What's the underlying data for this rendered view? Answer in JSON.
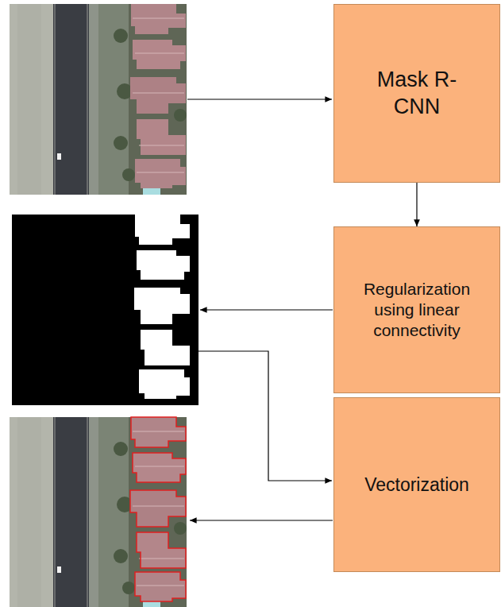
{
  "diagram": {
    "nodes": [
      {
        "text": [
          "Mask R-CNN"
        ]
      },
      {
        "text": [
          "Regularization using linear connectivity"
        ]
      },
      {
        "text": [
          "Vectorization"
        ]
      }
    ],
    "edges": [
      {
        "from": 0,
        "to": 1,
        "arrow": "to"
      }
    ]
  }
}
